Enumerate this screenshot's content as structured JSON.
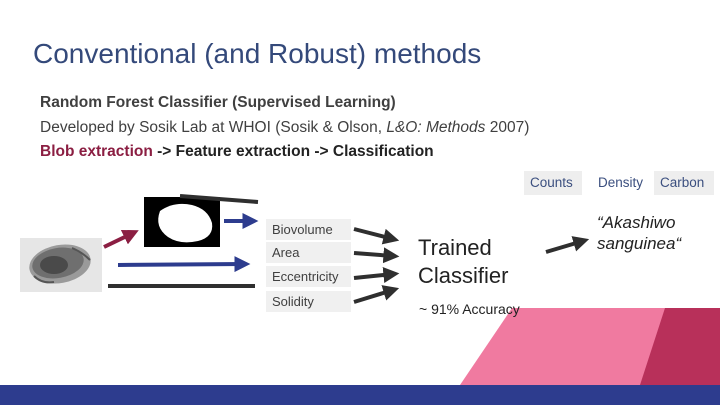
{
  "slide": {
    "title": "Conventional (and Robust) methods",
    "line1": "Random Forest Classifier (Supervised Learning)",
    "line2_prefix": "Developed by Sosik Lab at WHOI (Sosik & Olson, ",
    "line2_italic": "L&O: Methods",
    "line2_suffix": " 2007)",
    "pipeline_blob": "Blob extraction",
    "pipeline_arrow1": " -> ",
    "pipeline_feature": "Feature extraction",
    "pipeline_rest": " -> Classification"
  },
  "tabs": [
    "Counts",
    "Density",
    "Carbon"
  ],
  "features": [
    "Biovolume",
    "Area",
    "Eccentricity",
    "Solidity"
  ],
  "classifier": {
    "line1": "Trained",
    "line2": "Classifier",
    "accuracy": "~ 91% Accuracy"
  },
  "species": {
    "line1": "“Akashiwo",
    "line2": "sanguinea“"
  },
  "colors": {
    "title": "#34497a",
    "blob_text": "#8b1e42",
    "navy_arrow": "#2d3c8e",
    "maroon_arrow": "#8b1e42",
    "pink_shape": "#f07aa0",
    "dark_red_shape": "#a0244d",
    "footer": "#2d3c8e"
  },
  "icons": {
    "plankton": "plankton-image",
    "blob": "blob-silhouette-image"
  }
}
